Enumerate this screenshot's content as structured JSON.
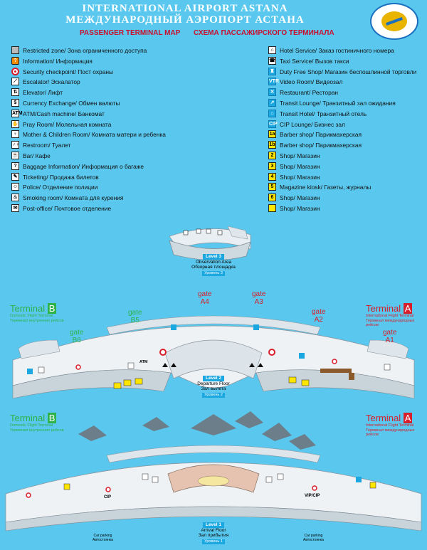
{
  "header": {
    "title_en": "INTERNATIONAL AIRPORT ASTANA",
    "title_ru": "МЕЖДУНАРОДНЫЙ АЭРОПОРТ АСТАНА",
    "subtitle_en": "PASSENGER TERMINAL MAP",
    "subtitle_ru": "СХЕМА ПАССАЖИРСКОГО ТЕРМИНАЛА"
  },
  "colors": {
    "background": "#5ac8ee",
    "terminal_b": "#2db34a",
    "terminal_a": "#d81e2a",
    "level_badge": "#1ba7df",
    "shop_yellow": "#ffe600"
  },
  "legend_left": [
    {
      "icon": "restricted-zone-icon",
      "sym": "",
      "style": "gray",
      "label": "Restricted zone/ Зона ограниченного доступа"
    },
    {
      "icon": "information-icon",
      "sym": "?",
      "style": "orange",
      "label": "Information/ Информация"
    },
    {
      "icon": "security-checkpoint-icon",
      "sym": "",
      "style": "redc",
      "label": "Security checkpoint/ Пост охраны"
    },
    {
      "icon": "escalator-icon",
      "sym": "⟋",
      "style": "",
      "label": "Escalator/ Эскалатор"
    },
    {
      "icon": "elevator-icon",
      "sym": "⇅",
      "style": "",
      "label": "Elevator/ Лифт"
    },
    {
      "icon": "currency-exchange-icon",
      "sym": "$",
      "style": "",
      "label": "Currency Exchange/ Обмен валюты"
    },
    {
      "icon": "atm-icon",
      "sym": "ATM",
      "style": "",
      "label": "ATM/Cash machine/ Банкомат"
    },
    {
      "icon": "pray-room-icon",
      "sym": "✋",
      "style": "",
      "label": "Pray Room/ Молельная комната"
    },
    {
      "icon": "mother-child-room-icon",
      "sym": "♀",
      "style": "",
      "label": "Mother & Children Room/ Комната матери и ребенка"
    },
    {
      "icon": "restroom-icon",
      "sym": "♂♀",
      "style": "",
      "label": "Restroom/ Туалет"
    },
    {
      "icon": "bar-icon",
      "sym": "☕",
      "style": "",
      "label": "Bar/ Кафе"
    },
    {
      "icon": "baggage-information-icon",
      "sym": "?",
      "style": "",
      "label": "Baggage Information/ Информация о багаже"
    },
    {
      "icon": "ticketing-icon",
      "sym": "✎",
      "style": "",
      "label": "Ticketing/ Продажа билетов"
    },
    {
      "icon": "police-icon",
      "sym": "☺",
      "style": "",
      "label": "Police/ Отделение полиции"
    },
    {
      "icon": "smoking-room-icon",
      "sym": "♨",
      "style": "",
      "label": "Smoking room/ Комната для курения"
    },
    {
      "icon": "post-office-icon",
      "sym": "✉",
      "style": "",
      "label": "Post-office/ Почтовое отделение"
    }
  ],
  "legend_right": [
    {
      "icon": "hotel-service-icon",
      "sym": "⌂",
      "style": "",
      "label": "Hotel Service/ Заказ гостиничного номера"
    },
    {
      "icon": "taxi-icon",
      "sym": "☎",
      "style": "",
      "label": "Taxi Service/ Вызов такси"
    },
    {
      "icon": "duty-free-icon",
      "sym": "♜",
      "style": "cyan",
      "label": "Duty Free Shop/ Магазин беспошлинной торговли"
    },
    {
      "icon": "video-room-icon",
      "sym": "VTR",
      "style": "cyan",
      "label": "Video Room/ Видеозал"
    },
    {
      "icon": "restaurant-icon",
      "sym": "✕",
      "style": "cyan",
      "label": "Restaurant/ Ресторан"
    },
    {
      "icon": "transit-lounge-icon",
      "sym": "↗",
      "style": "cyan",
      "label": "Transit Lounge/ Транзитный зал ожидания"
    },
    {
      "icon": "transit-hotel-icon",
      "sym": "⌂",
      "style": "cyan",
      "label": "Transit Hotel/ Транзитный отель"
    },
    {
      "icon": "cip-lounge-icon",
      "sym": "CIP",
      "style": "cyan",
      "label": "CIP Lounge/ Бизнес зал"
    },
    {
      "icon": "barber-1a-icon",
      "sym": "1a",
      "style": "yellow",
      "label": "Barber shop/ Парикмахерская"
    },
    {
      "icon": "barber-1b-icon",
      "sym": "1b",
      "style": "yellow",
      "label": "Barber shop/ Парикмахерская"
    },
    {
      "icon": "shop-2-icon",
      "sym": "2",
      "style": "yellow",
      "label": "Shop/ Магазин"
    },
    {
      "icon": "shop-3-icon",
      "sym": "3",
      "style": "yellow",
      "label": "Shop/ Магазин"
    },
    {
      "icon": "shop-4-icon",
      "sym": "4",
      "style": "yellow",
      "label": "Shop/ Магазин"
    },
    {
      "icon": "magazine-kiosk-icon",
      "sym": "5",
      "style": "yellow",
      "label": "Magazine kiosk/ Газеты, журналы"
    },
    {
      "icon": "shop-6-icon",
      "sym": "6",
      "style": "yellow",
      "label": "Shop/ Магазин"
    },
    {
      "icon": "shop-icon",
      "sym": "",
      "style": "yellow",
      "label": "Shop/ Магазин"
    }
  ],
  "map": {
    "level3": {
      "badge": "Level 3",
      "name_en": "Observation Area",
      "name_ru": "Обзорная площадка",
      "ru_badge": "Уровень 3"
    },
    "level2": {
      "badge": "Level 2",
      "name_en": "Departure Floor",
      "name_ru": "Зал вылета",
      "ru_badge": "Уровень 2"
    },
    "level1": {
      "badge": "Level 1",
      "name_en": "Arrival Floor",
      "name_ru": "Зал прибытия",
      "ru_badge": "Уровень 1"
    },
    "terminal_b": {
      "word": "Terminal",
      "letter": "B",
      "line1": "Domestic Flight Terminal",
      "line2": "Терминал внутренних рейсов"
    },
    "terminal_a": {
      "word": "Terminal",
      "letter": "A",
      "line1": "International Flight Terminal",
      "line2": "Терминал международных рейсов"
    },
    "gates": [
      {
        "label": "gate",
        "id": "A4"
      },
      {
        "label": "gate",
        "id": "A3"
      },
      {
        "label": "gate",
        "id": "A2"
      },
      {
        "label": "gate",
        "id": "A1"
      },
      {
        "label": "gate",
        "id": "B5"
      },
      {
        "label": "gate",
        "id": "B6"
      }
    ],
    "cip_label": "CIP",
    "vip_cip_label": "VIP/CIP",
    "car_parking_en": "Car parking",
    "car_parking_ru": "Автостоянка",
    "atm_label": "ATM"
  }
}
